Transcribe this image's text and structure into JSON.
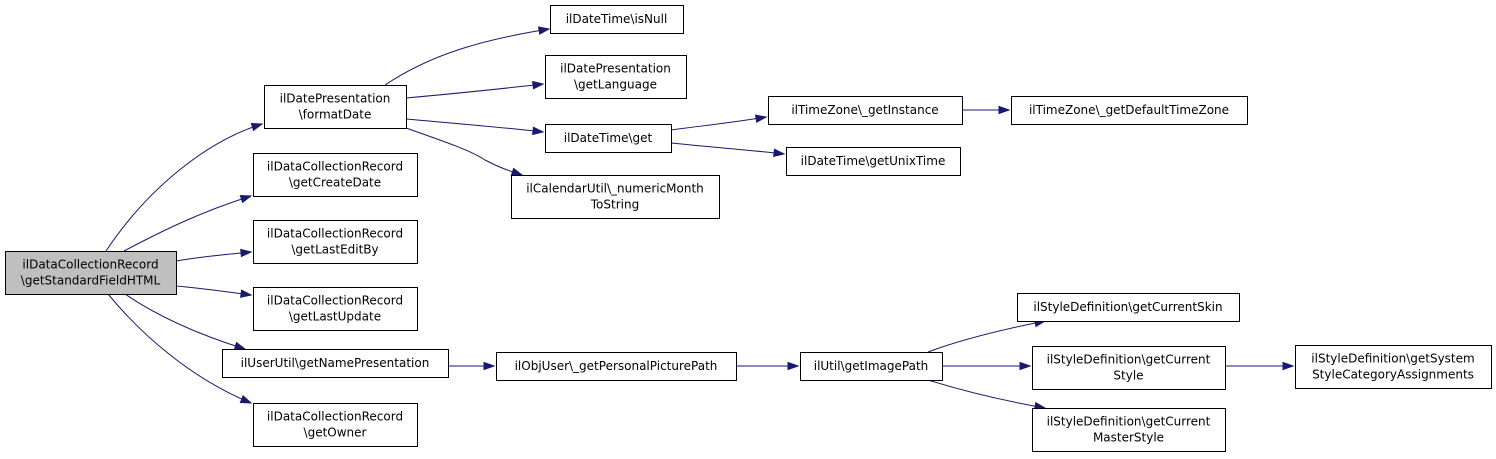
{
  "colors": {
    "background": "#ffffff",
    "node_fill": "#ffffff",
    "root_fill": "#bfbfbf",
    "border": "#000000",
    "edge": "#191970"
  },
  "nodes": {
    "root": {
      "lines": [
        "ilDataCollectionRecord",
        "\\getStandardFieldHTML"
      ],
      "highlighted": true
    },
    "formatDate": {
      "lines": [
        "ilDatePresentation",
        "\\formatDate"
      ]
    },
    "getCreateDate": {
      "lines": [
        "ilDataCollectionRecord",
        "\\getCreateDate"
      ]
    },
    "getLastEditBy": {
      "lines": [
        "ilDataCollectionRecord",
        "\\getLastEditBy"
      ]
    },
    "getLastUpdate": {
      "lines": [
        "ilDataCollectionRecord",
        "\\getLastUpdate"
      ]
    },
    "getNamePresentation": {
      "lines": [
        "ilUserUtil\\getNamePresentation"
      ]
    },
    "getOwner": {
      "lines": [
        "ilDataCollectionRecord",
        "\\getOwner"
      ]
    },
    "isNull": {
      "lines": [
        "ilDateTime\\isNull"
      ]
    },
    "getLanguage": {
      "lines": [
        "ilDatePresentation",
        "\\getLanguage"
      ]
    },
    "dtGet": {
      "lines": [
        "ilDateTime\\get"
      ]
    },
    "numericMonth": {
      "lines": [
        "ilCalendarUtil\\_numericMonth",
        "ToString"
      ]
    },
    "tzGetInstance": {
      "lines": [
        "ilTimeZone\\_getInstance"
      ]
    },
    "tzDefault": {
      "lines": [
        "ilTimeZone\\_getDefaultTimeZone"
      ]
    },
    "getUnixTime": {
      "lines": [
        "ilDateTime\\getUnixTime"
      ]
    },
    "personalPicture": {
      "lines": [
        "ilObjUser\\_getPersonalPicturePath"
      ]
    },
    "getImagePath": {
      "lines": [
        "ilUtil\\getImagePath"
      ]
    },
    "currentSkin": {
      "lines": [
        "ilStyleDefinition\\getCurrentSkin"
      ]
    },
    "currentStyle": {
      "lines": [
        "ilStyleDefinition\\getCurrent",
        "Style"
      ]
    },
    "currentMasterStyle": {
      "lines": [
        "ilStyleDefinition\\getCurrent",
        "MasterStyle"
      ]
    },
    "systemStyleCat": {
      "lines": [
        "ilStyleDefinition\\getSystem",
        "StyleCategoryAssignments"
      ]
    }
  }
}
